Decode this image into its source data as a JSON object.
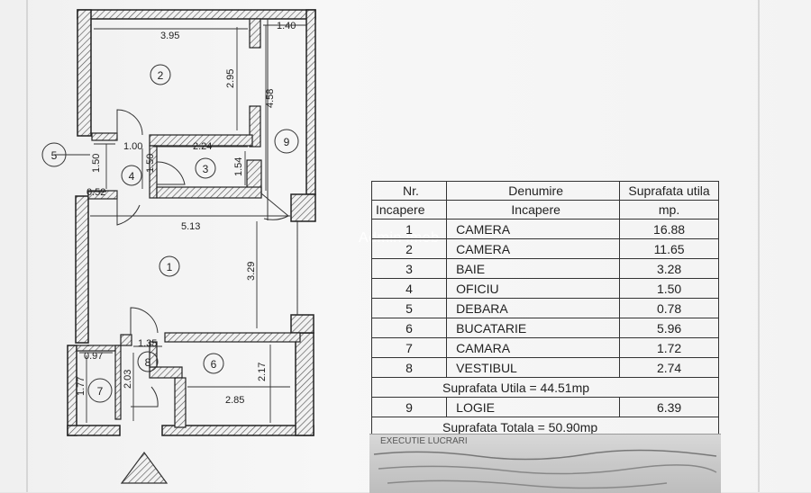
{
  "plan": {
    "dimensions": {
      "d395": "3.95",
      "d140": "1.40",
      "d295": "2.95",
      "d458": "4.58",
      "d100": "1.00",
      "d224": "2.24",
      "d150a": "1.50",
      "d150b": "1.50",
      "d154": "1.54",
      "d052": "0.52",
      "d513": "5.13",
      "d329": "3.29",
      "d135": "1.35",
      "d097": "0.97",
      "d177": "1.77",
      "d203": "2.03",
      "d217": "2.17",
      "d285": "2.85"
    },
    "room_markers": {
      "r1": "1",
      "r2": "2",
      "r3": "3",
      "r4": "4",
      "r5": "5",
      "r6": "6",
      "r7": "7",
      "r8": "8",
      "r9": "9"
    }
  },
  "table": {
    "header": {
      "nr_line1": "Nr.",
      "nr_line2": "Incapere",
      "name_line1": "Denumire",
      "name_line2": "Incapere",
      "area_line1": "Suprafata utila",
      "area_line2": "mp."
    },
    "rows": [
      {
        "nr": "1",
        "name": "CAMERA",
        "area": "16.88"
      },
      {
        "nr": "2",
        "name": "CAMERA",
        "area": "11.65"
      },
      {
        "nr": "3",
        "name": "BAIE",
        "area": "3.28"
      },
      {
        "nr": "4",
        "name": "OFICIU",
        "area": "1.50"
      },
      {
        "nr": "5",
        "name": "DEBARA",
        "area": "0.78"
      },
      {
        "nr": "6",
        "name": "BUCATARIE",
        "area": "5.96"
      },
      {
        "nr": "7",
        "name": "CAMARA",
        "area": "1.72"
      },
      {
        "nr": "8",
        "name": "VESTIBUL",
        "area": "2.74"
      }
    ],
    "useful_total": "Suprafata Utila = 44.51mp",
    "loggia": {
      "nr": "9",
      "name": "LOGIE",
      "area": "6.39"
    },
    "grand_total": "Suprafata Totala = 50.90mp"
  },
  "watermark": "Admin imob",
  "stamp_text": "EXECUTIE LUCRARI"
}
